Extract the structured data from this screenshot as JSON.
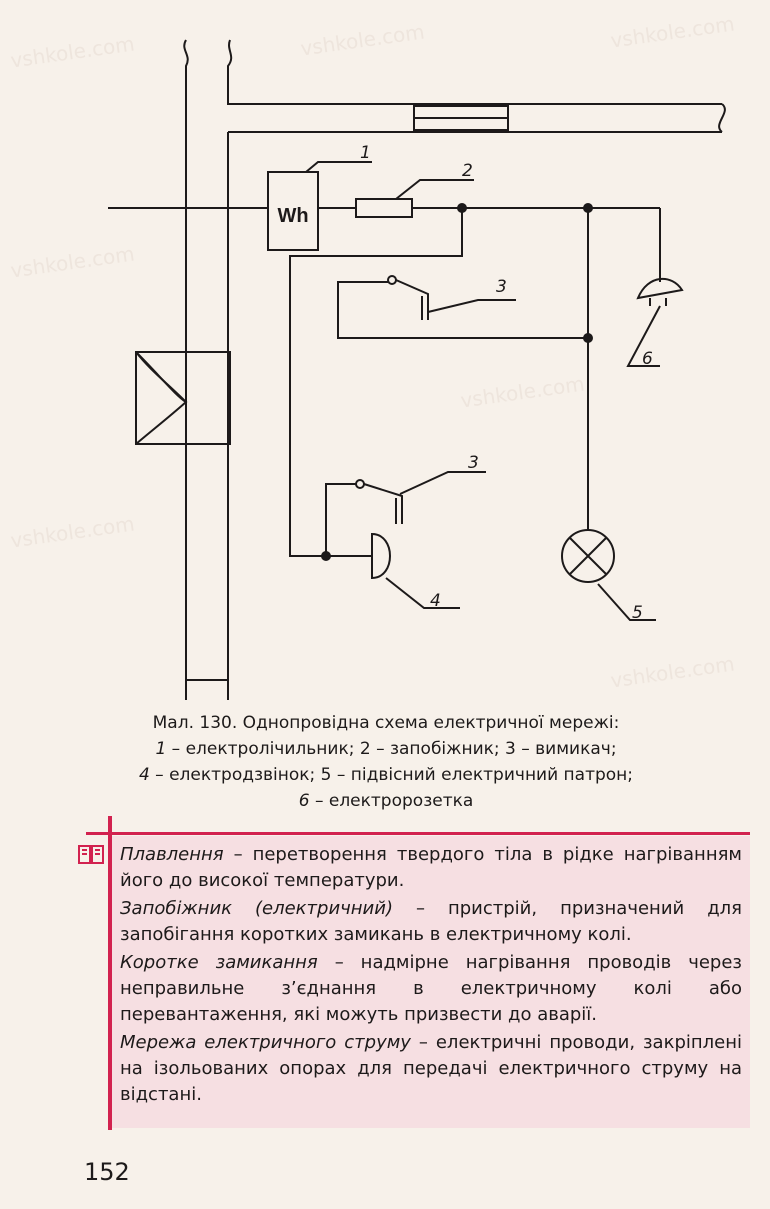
{
  "watermark": "vshkole.com",
  "figure": {
    "meter_label": "Wh",
    "callouts": [
      "1",
      "2",
      "3",
      "3",
      "4",
      "5",
      "6"
    ],
    "caption_lines": [
      {
        "number": "",
        "text": "Мал. 130. Однопровідна схема електричної мережі:"
      },
      {
        "number": "1",
        "text": " – електролічильник; 2 – запобіжник; 3 – вимикач;"
      },
      {
        "number": "4",
        "text": " – електродзвінок; 5 – підвісний електричний патрон;"
      },
      {
        "number": "6",
        "text": " – електророзетка"
      }
    ]
  },
  "definitions": [
    {
      "term": "Плавлення",
      "text": " – перетворення твердого тіла в рідке нагріванням його до високої температури."
    },
    {
      "term": "Запобіжник (електричний)",
      "text": " – пристрій, призначений для запобігання коротких замикань в електричному колі."
    },
    {
      "term": "Коротке замикання",
      "text": " – надмірне нагрівання проводів через неправильне з’єднання в електричному колі або перевантаження, які можуть призвести до аварії."
    },
    {
      "term": "Мережа електричного струму",
      "text": " – електричні проводи, закріплені на ізольованих опорах для передачі електричного струму на відстані."
    }
  ],
  "page_number": "152",
  "colors": {
    "accent": "#d2224f",
    "box": "#f6dfe2",
    "ink": "#1d1a1a"
  }
}
